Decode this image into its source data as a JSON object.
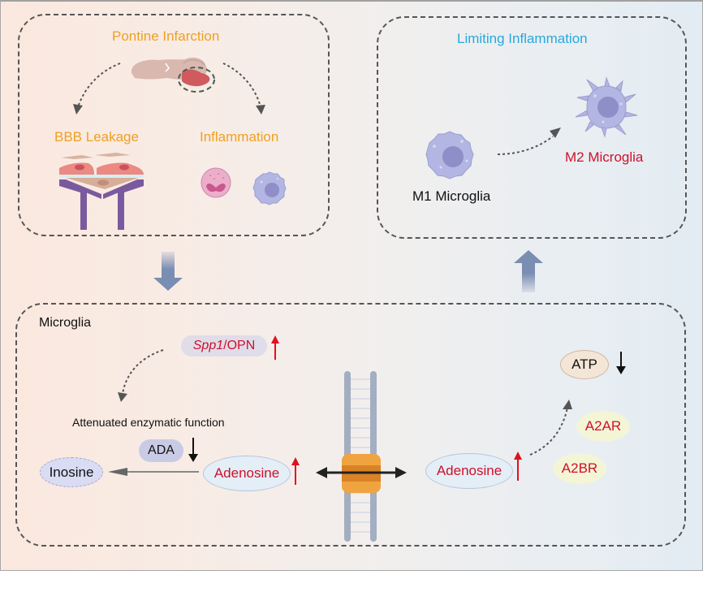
{
  "colors": {
    "heading_orange": "#f0a020",
    "heading_blue": "#27a9de",
    "highlight_red": "#d0102a",
    "dark_text": "#111111",
    "panel_border": "#555555",
    "block_arrow": "#7a8db2"
  },
  "panel_top_left": {
    "title": "Pontine Infarction",
    "left_label": "BBB Leakage",
    "right_label": "Inflammation",
    "icons": [
      "brain-icon",
      "blood-brain-barrier-icon",
      "neutrophil-icon",
      "microglia-icon"
    ]
  },
  "panel_top_right": {
    "title": "Limiting Inflammation",
    "m1_label": "M1 Microglia",
    "m2_label": "M2 Microglia",
    "icons": [
      "m1-microglia-icon",
      "m2-microglia-icon"
    ]
  },
  "panel_bottom": {
    "title": "Microglia",
    "spp1_italic": "Spp1",
    "spp1_rest": "/OPN",
    "spp1_trend": "up",
    "attenuated_label": "Attenuated enzymatic function",
    "ada_label": "ADA",
    "ada_trend": "down",
    "inosine_label": "Inosine",
    "adenosine_intra_label": "Adenosine",
    "adenosine_intra_trend": "up",
    "adenosine_extra_label": "Adenosine",
    "adenosine_extra_trend": "up",
    "atp_label": "ATP",
    "atp_trend": "down",
    "a2ar_label": "A2AR",
    "a2br_label": "A2BR",
    "icons": [
      "cell-membrane-icon",
      "nucleoside-transporter-icon"
    ]
  },
  "connectors": {
    "down_arrow": "from top-left panel to Microglia panel",
    "up_arrow": "from Microglia panel to top-right panel"
  }
}
